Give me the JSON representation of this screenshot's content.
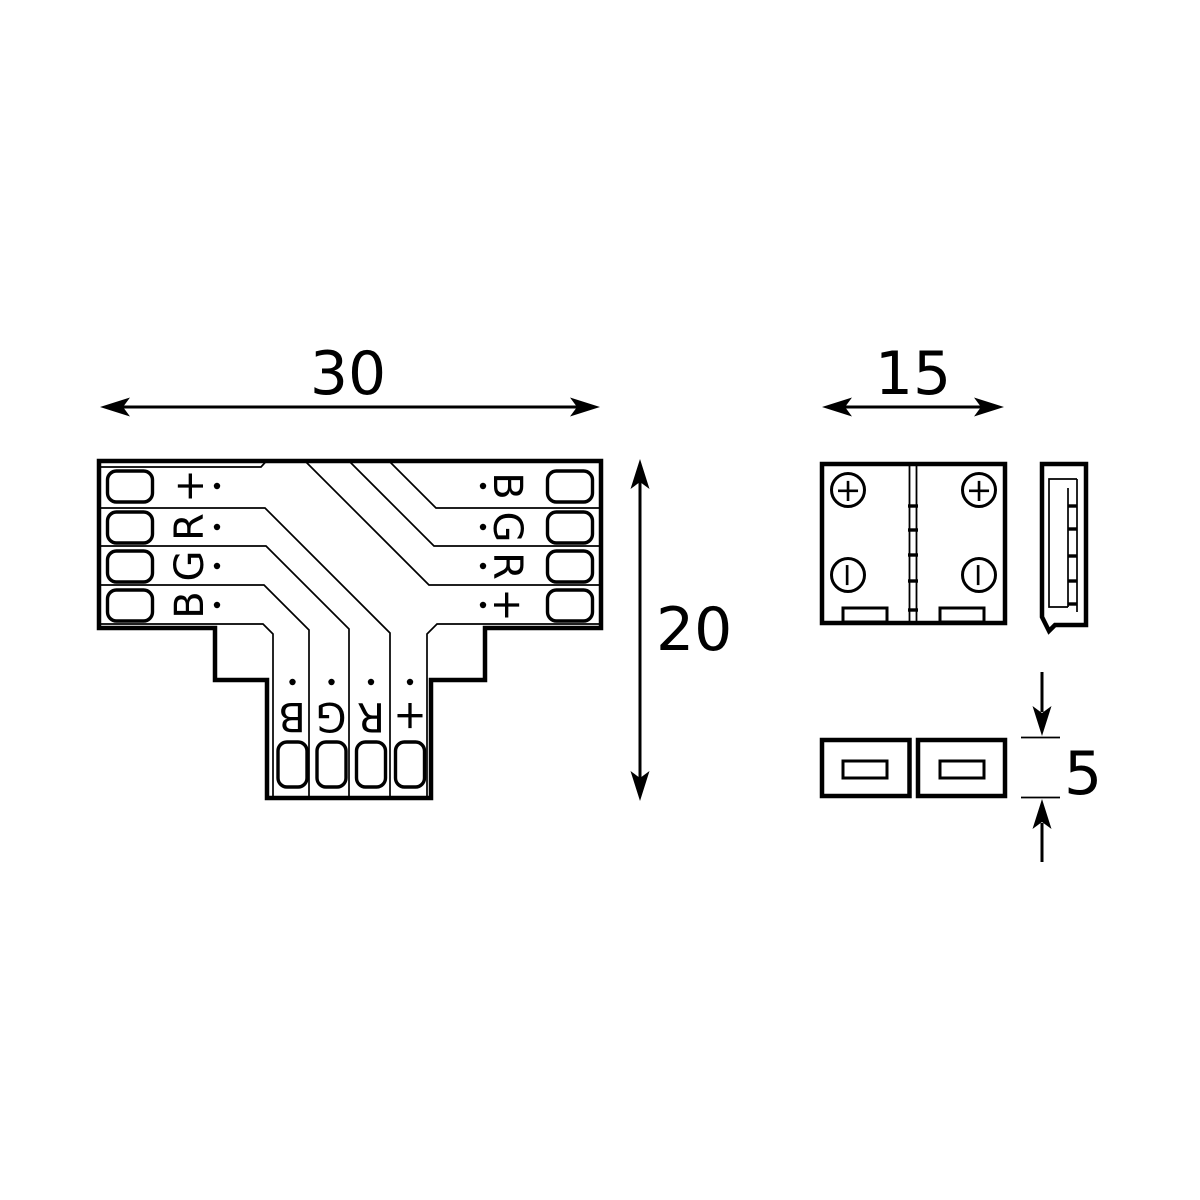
{
  "drawing": {
    "kind": "led-strip-t-connector-dimension-drawing",
    "dimensions": {
      "front_width": "30",
      "front_height": "20",
      "top_width": "15",
      "end_height": "5"
    },
    "front_view": {
      "left_pins": [
        "+",
        "R",
        "G",
        "B"
      ],
      "right_pins": [
        "B",
        "G",
        "R",
        "+"
      ],
      "bottom_pins": [
        "B",
        "G",
        "R",
        "+"
      ]
    },
    "top_view": {
      "positive_label": "+",
      "negative_label": "−"
    },
    "colors": {
      "ink": "#000000",
      "background": "#ffffff"
    }
  }
}
